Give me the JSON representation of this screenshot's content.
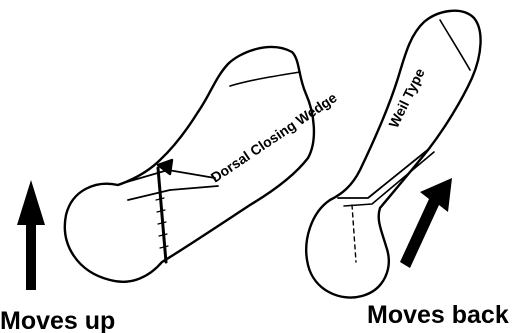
{
  "labels": {
    "left_osteotomy": "Dorsal Closing Wedge",
    "right_osteotomy": "Weil Type",
    "left_caption": "Moves up",
    "right_caption": "Moves back"
  }
}
